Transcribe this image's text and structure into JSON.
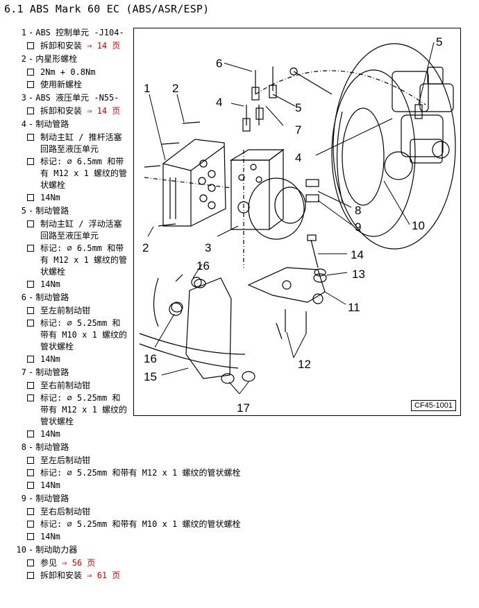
{
  "title": "6.1   ABS Mark 60 EC (ABS/ASR/ESP)",
  "items": [
    {
      "num": "1",
      "label": "ABS 控制单元 -J104-",
      "subs": [
        {
          "text": "拆卸和安装",
          "link": "⇒ 14 页"
        }
      ]
    },
    {
      "num": "2",
      "label": "内星形螺栓",
      "subs": [
        {
          "text": "2Nm + 0.8Nm"
        },
        {
          "text": "使用新螺栓"
        }
      ]
    },
    {
      "num": "3",
      "label": "ABS 液压单元 -N55-",
      "subs": [
        {
          "text": "拆卸和安装",
          "link": "⇒ 14 页"
        }
      ]
    },
    {
      "num": "4",
      "label": "制动管路",
      "subs": [
        {
          "lines": [
            "制动主缸 / 推杆活塞",
            "回路至液压单元"
          ]
        },
        {
          "lines": [
            "标记: ∅ 6.5mm 和带",
            "有 M12 x 1 螺纹的管",
            "状螺栓"
          ]
        },
        {
          "text": "14Nm"
        }
      ]
    },
    {
      "num": "5",
      "label": "制动管路",
      "subs": [
        {
          "lines": [
            "制动主缸 / 浮动活塞",
            "回路至液压单元"
          ]
        },
        {
          "lines": [
            "标记: ∅ 6.5mm 和带",
            "有 M12 x 1 螺纹的管",
            "状螺栓"
          ]
        },
        {
          "text": "14Nm"
        }
      ]
    },
    {
      "num": "6",
      "label": "制动管路",
      "subs": [
        {
          "text": "至左前制动钳"
        },
        {
          "lines": [
            "标记: ∅ 5.25mm 和",
            "带有 M10 x 1 螺纹的",
            "管状螺栓"
          ]
        },
        {
          "text": "14Nm"
        }
      ]
    },
    {
      "num": "7",
      "label": "制动管路",
      "subs": [
        {
          "text": "至右前制动钳"
        },
        {
          "lines": [
            "标记: ∅ 5.25mm 和",
            "带有 M12 x 1 螺纹的",
            "管状螺栓"
          ]
        },
        {
          "text": "14Nm"
        }
      ]
    },
    {
      "num": "8",
      "label": "制动管路",
      "subs": [
        {
          "text": "至左后制动钳"
        },
        {
          "text": "标记: ∅ 5.25mm 和带有 M12 x 1 螺纹的管状螺栓",
          "wide": true
        },
        {
          "text": "14Nm"
        }
      ]
    },
    {
      "num": "9",
      "label": "制动管路",
      "subs": [
        {
          "text": "至右后制动钳"
        },
        {
          "text": "标记: ∅ 5.25mm 和带有 M10 x 1 螺纹的管状螺栓",
          "wide": true
        },
        {
          "text": "14Nm"
        }
      ]
    },
    {
      "num": "10",
      "label": "制动助力器",
      "subs": [
        {
          "text": "参见",
          "link": "⇒ 56 页"
        },
        {
          "text": "拆卸和安装",
          "link": "⇒ 61 页"
        }
      ]
    }
  ],
  "diagram": {
    "code": "CF45-1001",
    "callouts": [
      "1",
      "2",
      "2",
      "3",
      "4",
      "4",
      "5",
      "5",
      "6",
      "7",
      "8",
      "9",
      "10",
      "11",
      "12",
      "13",
      "14",
      "15",
      "16",
      "16",
      "17"
    ]
  }
}
